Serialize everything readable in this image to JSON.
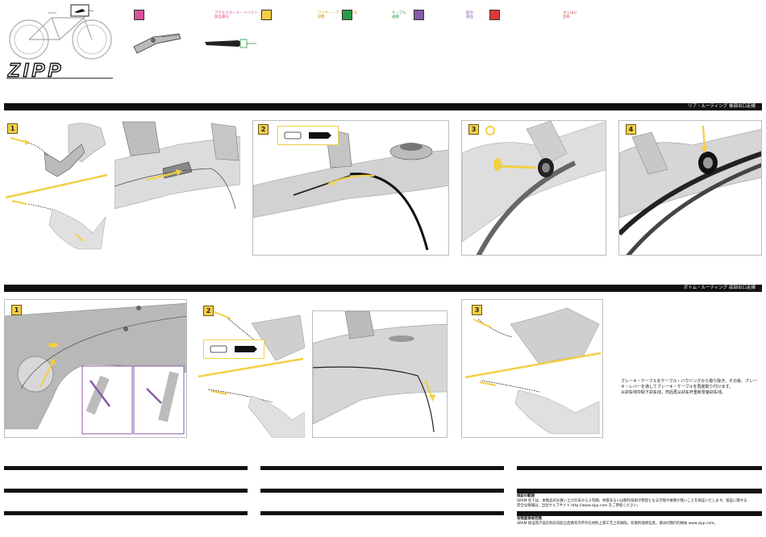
{
  "legend": {
    "pink": {
      "color": "#d9539c",
      "label": ""
    },
    "yellow": {
      "color": "#f2cf45",
      "label": "ワイヤー・テンションを\n調整"
    },
    "green": {
      "color": "#2a9a4a",
      "label": "ケーブル\n通路"
    },
    "purple": {
      "color": "#8a5aa8",
      "label": "取外\n部品"
    },
    "red": {
      "color": "#d93a3a",
      "label": "ネジ山に\n塗布"
    },
    "pink_text": "アクセスホール・ベベルト\n部品番号"
  },
  "logo_text": "ZIPP",
  "sections": {
    "rear": "リア・ルーティング      後部出口走線",
    "bottom": "ボトム・ルーティング      底部出口走線"
  },
  "steps": {
    "s1": "1",
    "s2": "2",
    "s3": "3",
    "s4": "4",
    "b1": "1",
    "b2": "2",
    "b3": "3"
  },
  "instruction": {
    "line1": "ブレーキ・ケーブルをケーブル・ハウジングから取り除き、その後、ブレー",
    "line2": "キ・レバーを通してブレーキ・ケーブルを再度取り付けます。",
    "line3": "从刹车线中取下刹车线，然后再从刹车杆重新安装刹车线。"
  },
  "warranty": {
    "title1": "SRAM LLC の保証規定",
    "sub1": "保証の範囲",
    "text1a": "SRAM 社では、本製品のお買い上げの日から２年間、材質あるいは製作技術が原因となる欠陥や故障が無いことを保証いたします。保証に関する",
    "text1b": "完全な情報は、当社ウェブサイト http://www.zipp.com をご参照ください。",
    "title2": "SRAM LLC 保修",
    "sub2": "有限度保修范围",
    "text2": "SRAM 保证其产品在购买日起之后两年内不存在材料上或工艺上的缺陷。有限的保修信息，请访问我们的网站 www.zipp.com。"
  },
  "colors": {
    "accent": "#f2cf45",
    "frame": "#c9c9c9",
    "purple_box": "#8a5aa8",
    "black": "#111111"
  }
}
